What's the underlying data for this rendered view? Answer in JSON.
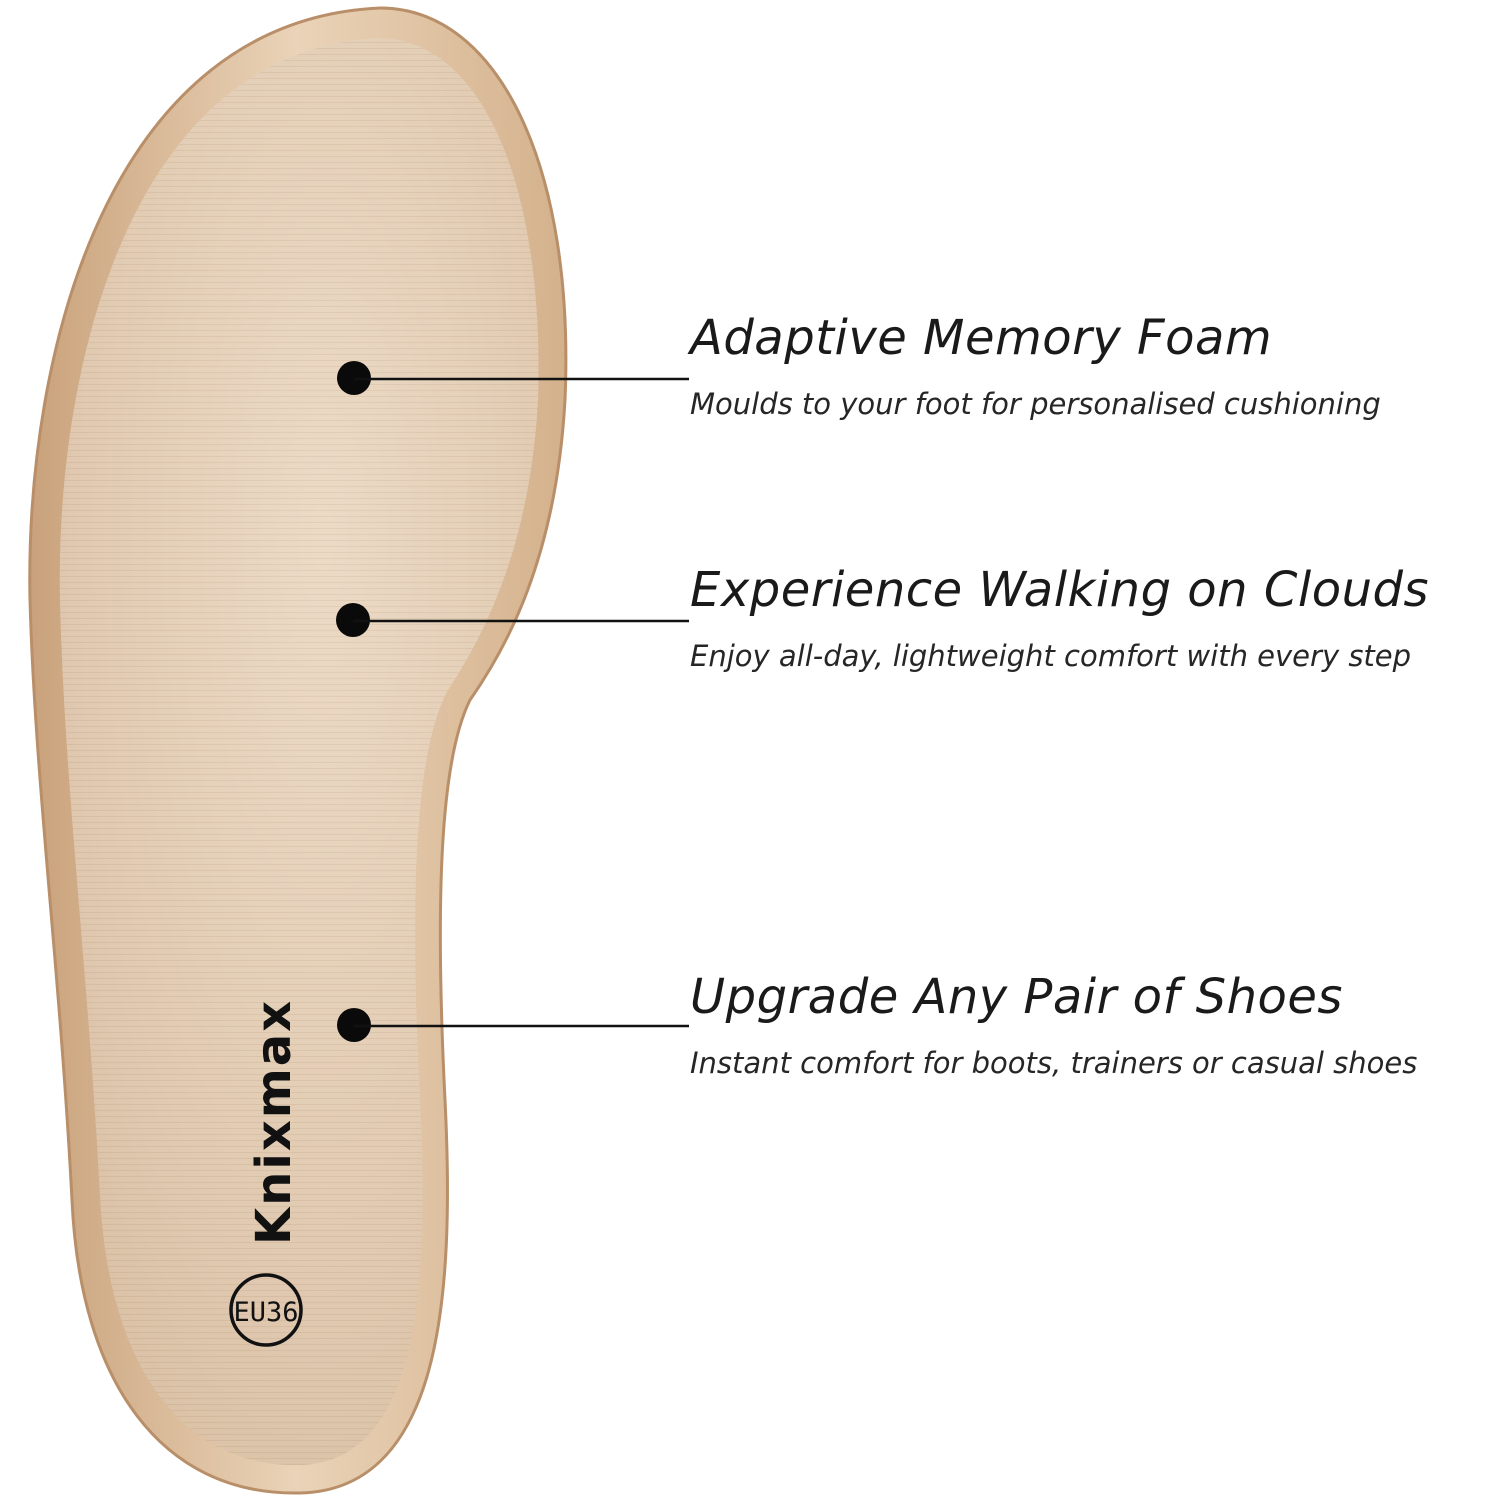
{
  "brand": {
    "name": "Knixmax",
    "size_badge": "EU36"
  },
  "features": [
    {
      "title": "Adaptive Memory Foam",
      "description": "Moulds to your foot for personalised cushioning"
    },
    {
      "title": "Experience Walking on Clouds",
      "description": "Enjoy all-day, lightweight comfort with every step"
    },
    {
      "title": "Upgrade Any Pair of Shoes",
      "description": "Instant comfort for boots, trainers or casual shoes"
    }
  ],
  "colors": {
    "background": "#ffffff",
    "insole_fabric": "#e7cfb5",
    "insole_rim": "#d9b894",
    "marker": "#0a0a0a",
    "text": "#1a1a1a"
  },
  "icons": [
    "callout-dot-icon",
    "size-badge-icon"
  ]
}
